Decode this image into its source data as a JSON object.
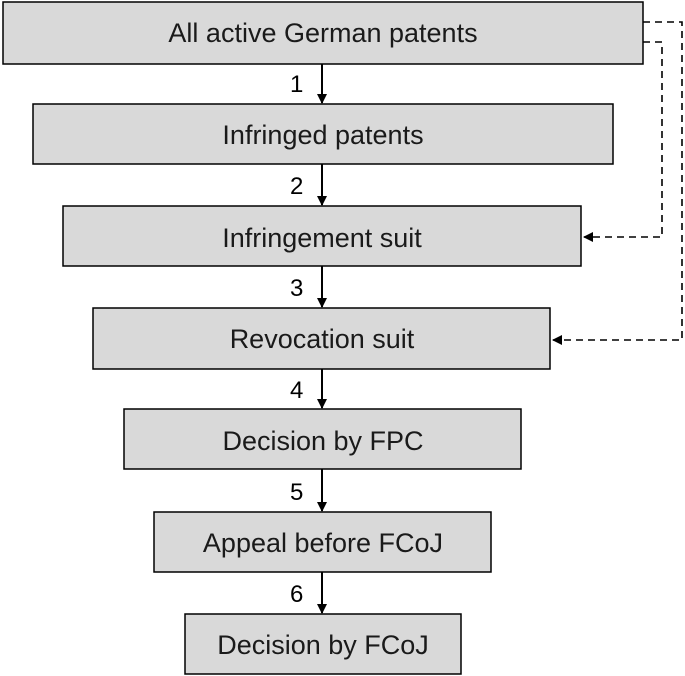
{
  "boxes": [
    "All active German patents",
    "Infringed patents",
    "Infringement suit",
    "Revocation suit",
    "Decision by FPC",
    "Appeal before FCoJ",
    "Decision by FCoJ"
  ],
  "steps": [
    "1",
    "2",
    "3",
    "4",
    "5",
    "6"
  ],
  "colors": {
    "box_fill": "#d9d9d9",
    "box_stroke": "#000000",
    "text": "#1a1a1a",
    "arrow": "#000000"
  }
}
